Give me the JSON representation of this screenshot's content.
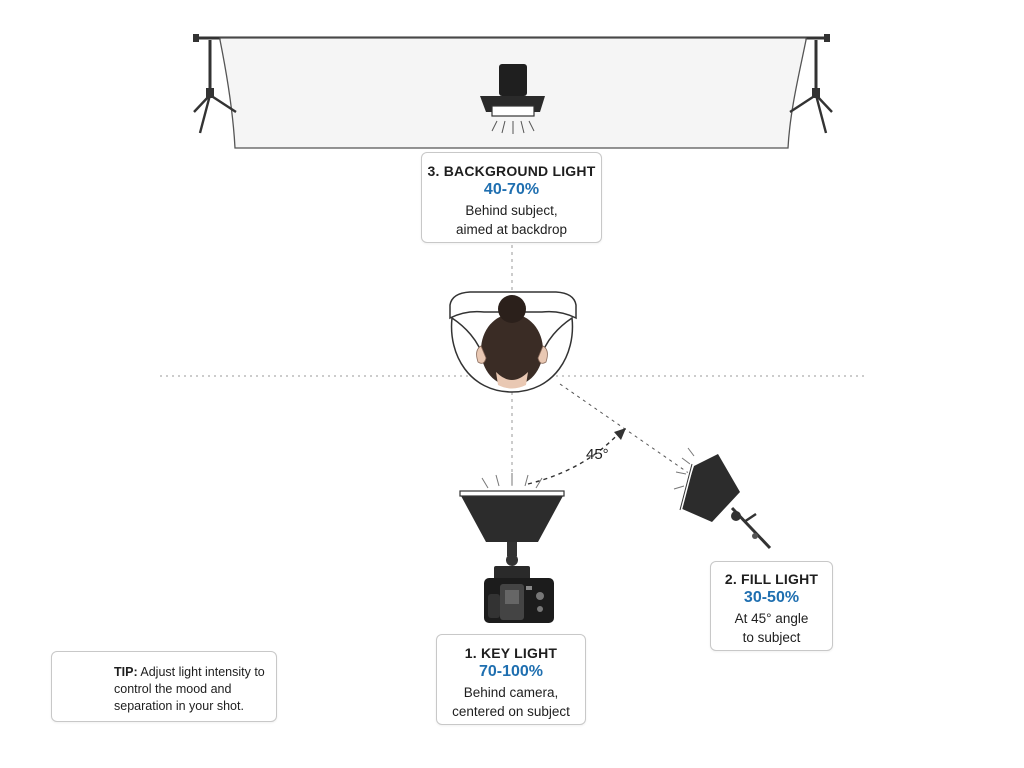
{
  "accent_color": "#1f6fb0",
  "lights": {
    "background": {
      "title": "3.  BACKGROUND LIGHT",
      "intensity": "40-70%",
      "desc_line1": "Behind subject,",
      "desc_line2": "aimed at backdrop"
    },
    "key": {
      "title": "1.  KEY LIGHT",
      "intensity": "70-100%",
      "desc_line1": "Behind camera,",
      "desc_line2": "centered on subject"
    },
    "fill": {
      "title": "2.  FILL LIGHT",
      "intensity": "30-50%",
      "desc_line1": "At 45° angle",
      "desc_line2": "to subject"
    }
  },
  "angle_label": "45°",
  "tip": {
    "prefix": "TIP:",
    "text": " Adjust light intensity to control the mood and separation in your shot."
  },
  "icons": [
    "backdrop-icon",
    "background-light-icon",
    "subject-icon",
    "key-light-softbox-icon",
    "camera-icon",
    "fill-light-softbox-icon",
    "lightbulb-icon"
  ]
}
